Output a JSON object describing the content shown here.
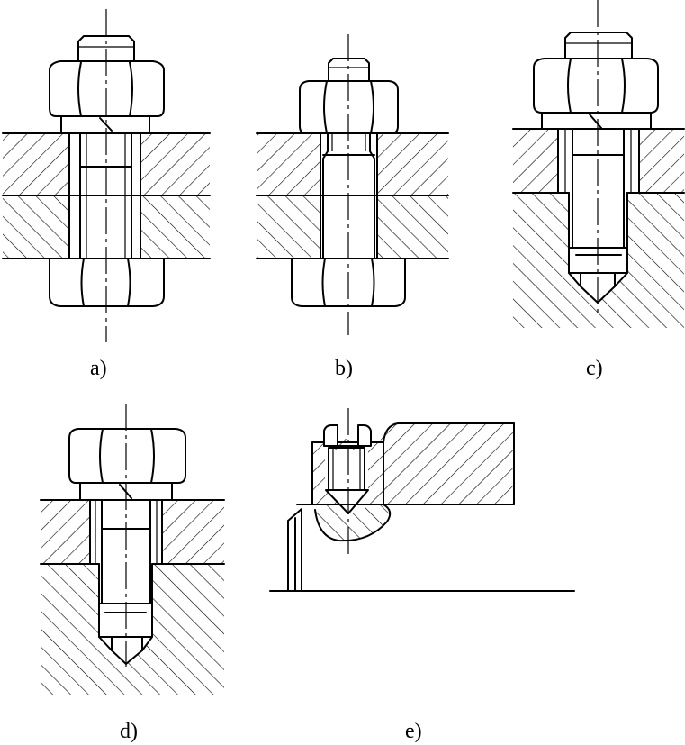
{
  "figure": {
    "labels": {
      "a": "a)",
      "b": "b)",
      "c": "c)",
      "d": "d)",
      "e": "e)"
    }
  }
}
